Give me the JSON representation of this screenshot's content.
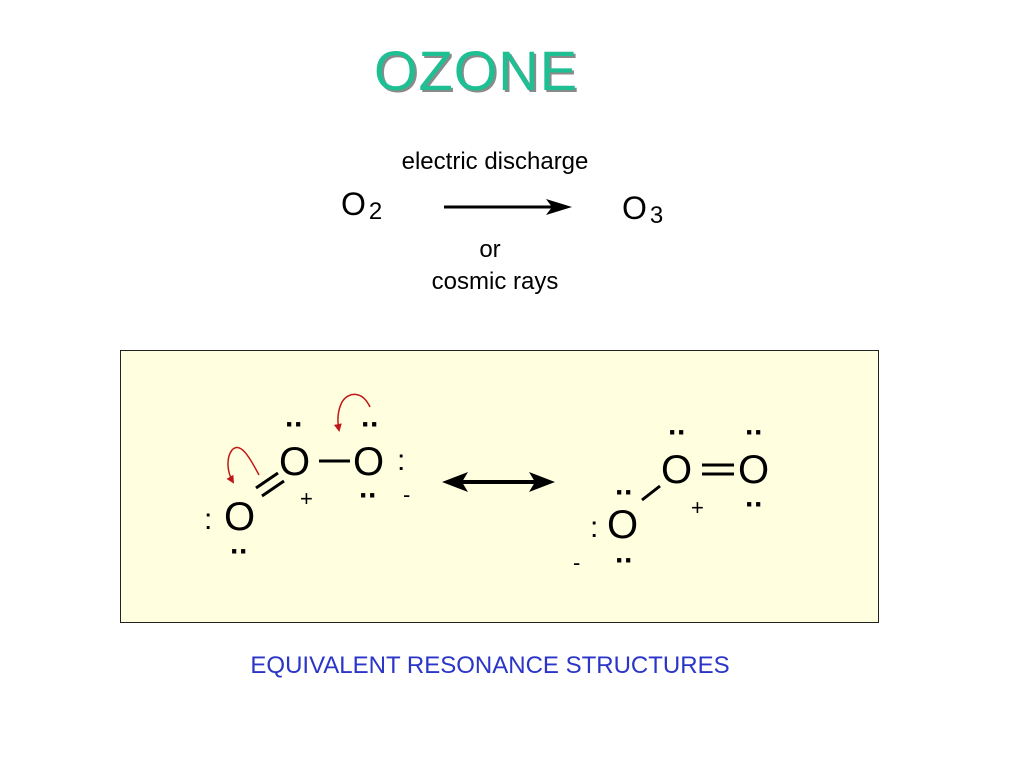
{
  "title": "OZONE",
  "reaction": {
    "reactant": "O",
    "reactant_subscript": "2",
    "product": "O",
    "product_subscript": "3",
    "condition_top": "electric discharge",
    "condition_or": "or",
    "condition_bottom": "cosmic rays"
  },
  "structure_left": {
    "atom_left": "O",
    "atom_center": "O",
    "atom_right": "O",
    "lone_pair": "··",
    "colon": ":",
    "plus_charge": "+",
    "minus_charge": "-"
  },
  "structure_right": {
    "atom_left": "O",
    "atom_center": "O",
    "atom_right": "O",
    "lone_pair": "··",
    "colon": ":",
    "plus_charge": "+",
    "minus_charge": "-"
  },
  "caption": "EQUIVALENT RESONANCE STRUCTURES",
  "colors": {
    "title": "#1fbf94",
    "caption": "#2b35c8",
    "panel": "#ffffe0",
    "curved_arrow": "#c01818"
  }
}
